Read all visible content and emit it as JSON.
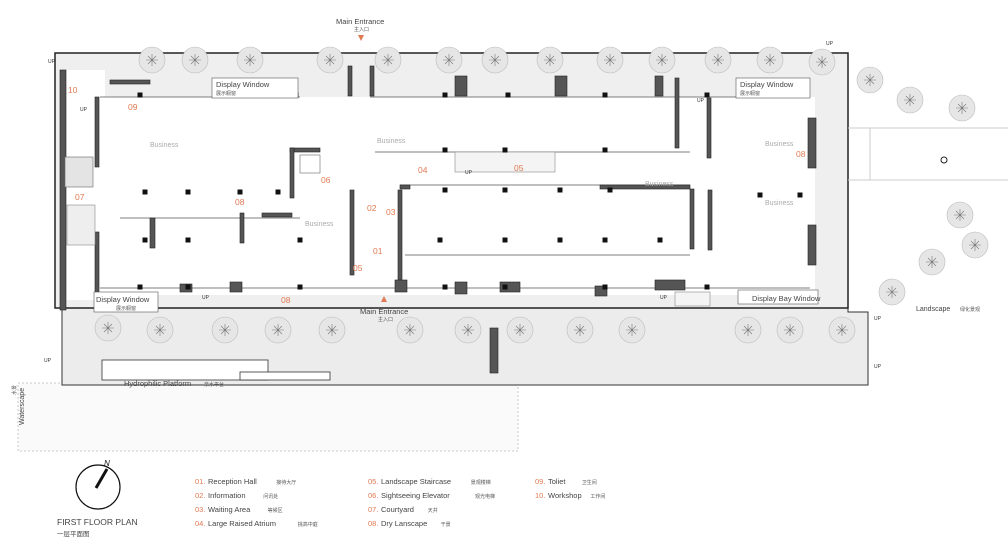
{
  "title": {
    "en": "FIRST FLOOR PLAN",
    "cn": "一层平面图"
  },
  "north_label": "N",
  "entrance_top": {
    "en": "Main  Entrance",
    "cn": "主入口"
  },
  "entrance_bottom": {
    "en": "Main  Entrance",
    "cn": "主入口"
  },
  "areas": {
    "display_window_nw": {
      "en": "Display Window",
      "cn": "展示橱窗"
    },
    "display_window_ne": {
      "en": "Display Window",
      "cn": "展示橱窗"
    },
    "display_window_sw": {
      "en": "Display Window",
      "cn": "展示橱窗"
    },
    "display_bay_window": {
      "en": "Display Bay Window"
    },
    "business_label": {
      "en": "Business",
      "cn": "商业"
    },
    "landscape": {
      "en": "Landscape",
      "cn": "绿化景观"
    },
    "hydrophilic": {
      "en": "Hydrophilic Platform",
      "cn": "亲水平台"
    },
    "waterscape": {
      "en": "Waterscape",
      "cn": "水景"
    },
    "up": "UP"
  },
  "room_numbers": [
    "01",
    "02",
    "03",
    "04",
    "05",
    "06",
    "07",
    "08",
    "09",
    "10"
  ],
  "legend": [
    {
      "num": "01.",
      "en": "Reception Hall",
      "cn": "接待大厅"
    },
    {
      "num": "02.",
      "en": "Information",
      "cn": "问讯处"
    },
    {
      "num": "03.",
      "en": "Waiting Area",
      "cn": "等候区"
    },
    {
      "num": "04.",
      "en": "Large Raised Atrium",
      "cn": "挑高中庭"
    },
    {
      "num": "05.",
      "en": "Landscape Staircase",
      "cn": "景观楼梯"
    },
    {
      "num": "06.",
      "en": "Sightseeing Elevator",
      "cn": "观光电梯"
    },
    {
      "num": "07.",
      "en": "Courtyard",
      "cn": "天井"
    },
    {
      "num": "08.",
      "en": "Dry Lanscape",
      "cn": "干景"
    },
    {
      "num": "09.",
      "en": "Toliet",
      "cn": "卫生间"
    },
    {
      "num": "10.",
      "en": "Workshop",
      "cn": "工作间"
    }
  ],
  "colors": {
    "accent": "#e07a52",
    "wall": "#555555",
    "paving": "#ececec"
  }
}
